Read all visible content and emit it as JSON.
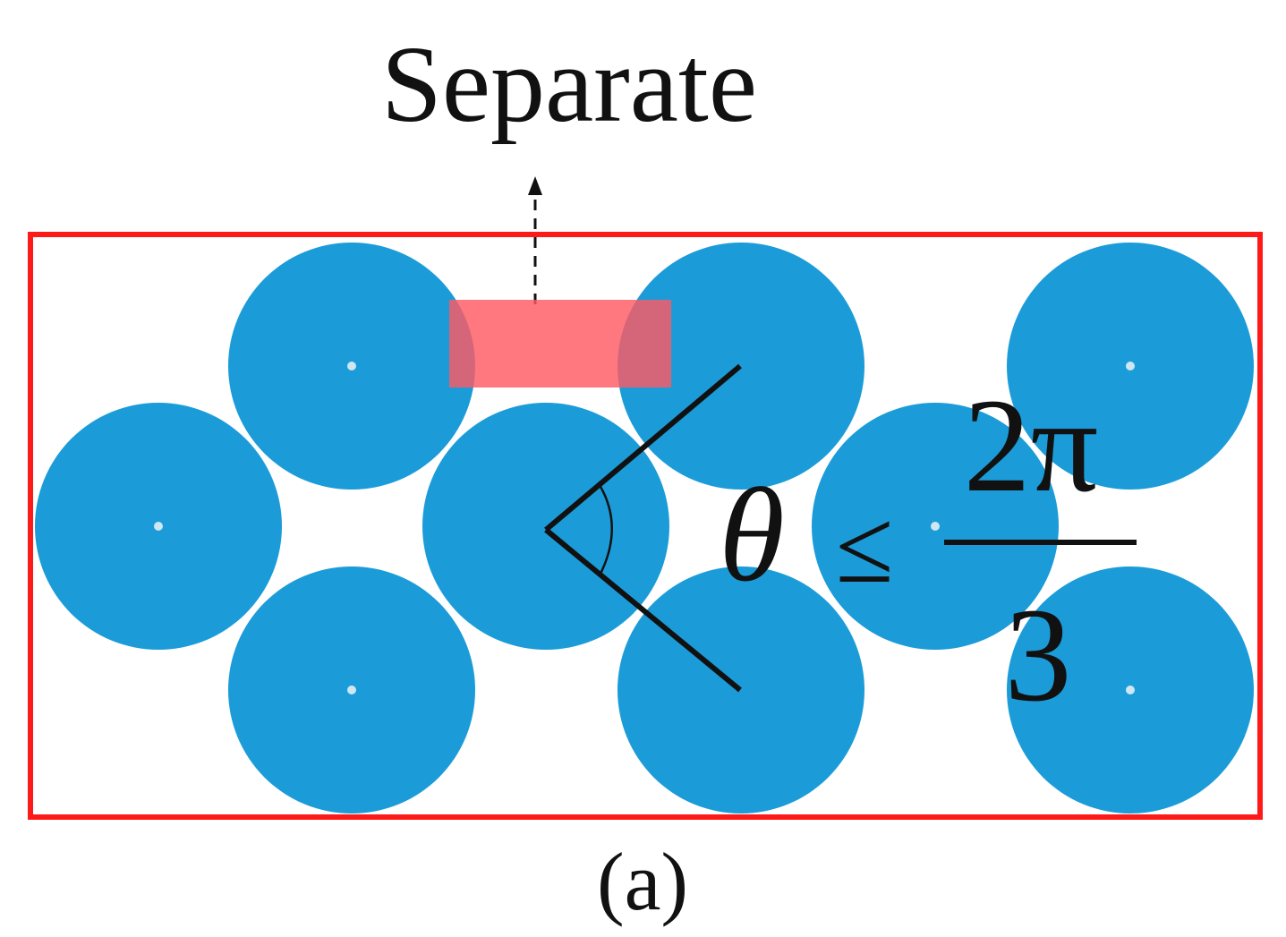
{
  "figure": {
    "top_label": "Separate",
    "caption": "(a)",
    "inequality": {
      "variable": "θ",
      "relation": "≤",
      "numerator": "2π",
      "denominator": "3"
    }
  },
  "colors": {
    "circle_fill": "#1b9cd8",
    "circle_center": "#cfe6f3",
    "frame_stroke": "#ff1a1a",
    "separation_rect": "#ff5a64",
    "line": "#111111"
  }
}
